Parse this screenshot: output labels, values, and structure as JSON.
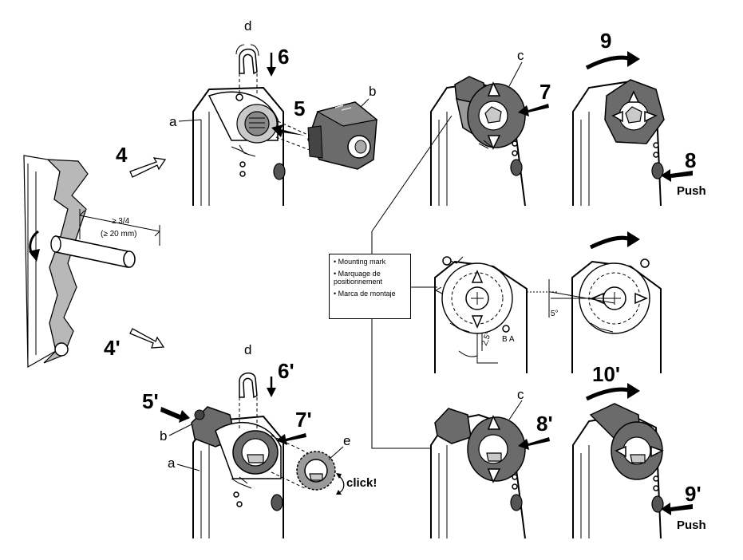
{
  "steps": {
    "s4": "4",
    "s4p": "4'",
    "s5": "5",
    "s5p": "5'",
    "s6": "6",
    "s6p": "6'",
    "s7": "7",
    "s7p": "7'",
    "s8": "8",
    "s8p": "8'",
    "s9": "9",
    "s9p": "9'",
    "s10p": "10'"
  },
  "letters": {
    "a": "a",
    "b": "b",
    "c": "c",
    "d": "d",
    "e": "e"
  },
  "shaft_label": {
    "line1": "≥ 3/4",
    "line2": "(≥ 20 mm)"
  },
  "push_label": "Push",
  "click_label": "click!",
  "legend": [
    "Mounting mark",
    "Marquage de positionnement",
    "Marca de montaje"
  ],
  "angles": {
    "a25": "2,5°",
    "a5": "5°"
  },
  "ba_label": "B A"
}
